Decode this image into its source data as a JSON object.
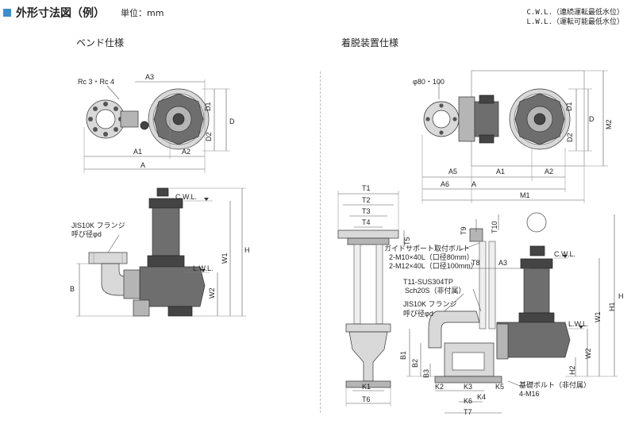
{
  "header": {
    "title": "外形寸法図（例）",
    "unit_label": "単位：mm"
  },
  "legend": {
    "cwl": "C.W.L.（連続運転最低水位）",
    "lwl": "L.W.L.（運転可能最低水位）"
  },
  "sections": {
    "bend": "ベンド仕様",
    "detach": "着脱装置仕様"
  },
  "labels": {
    "rc": "Rc 3・Rc 4",
    "a3": "A3",
    "d1": "D1",
    "d": "D",
    "d2": "D2",
    "a1": "A1",
    "a2": "A2",
    "a": "A",
    "phi": "φ80・100",
    "a5": "A5",
    "a6": "A6",
    "m1": "M1",
    "m2": "M2",
    "cwl": "C.W.L.",
    "lwl": "L.W.L.",
    "jis_flange": "JIS10K フランジ",
    "nominal_d": "呼び径φd",
    "b": "B",
    "w2": "W2",
    "w1": "W1",
    "h": "H",
    "t1": "T1",
    "t2": "T2",
    "t3": "T3",
    "t4": "T4",
    "t5": "T5",
    "t9": "T9",
    "t10": "T10",
    "t8": "T8",
    "guide_support": "ガイドサポート取付ボルト",
    "bolt80": "2-M10×40L（口径80mm）",
    "bolt100": "2-M12×40L（口径100mm）",
    "pipe": "T11-SUS304TP",
    "pipe_sch": "Sch20S（非付属）",
    "b1": "B1",
    "b2": "B2",
    "b3": "B3",
    "h1": "H1",
    "h2": "H2",
    "k1": "K1",
    "t6": "T6",
    "k2": "K2",
    "k3": "K3",
    "k4": "K4",
    "k5": "K5",
    "k6": "K6",
    "t7": "T7",
    "anchor": "基礎ボルト（非付属）",
    "anchor_size": "4-M16"
  }
}
